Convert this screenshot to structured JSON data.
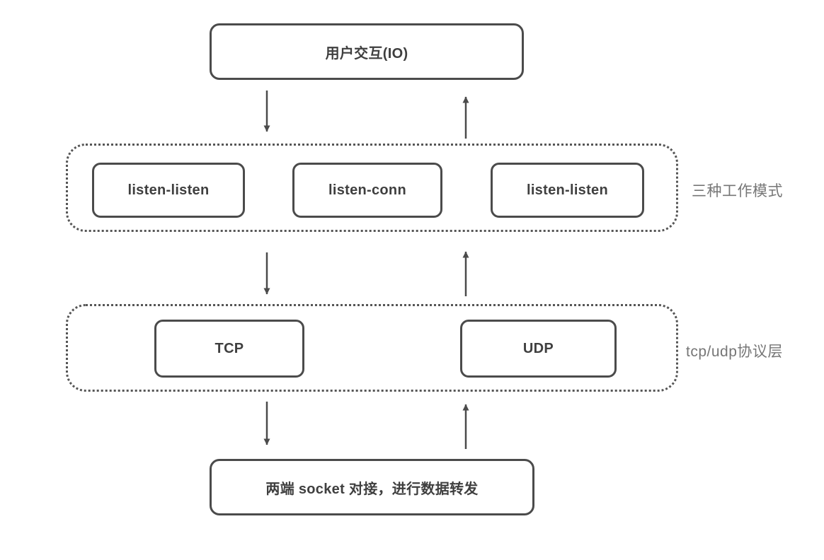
{
  "diagram": {
    "top_box": "用户交互(IO)",
    "modes": {
      "label": "三种工作模式",
      "items": [
        "listen-listen",
        "listen-conn",
        "listen-listen"
      ]
    },
    "protocols": {
      "label": "tcp/udp协议层",
      "items": [
        "TCP",
        "UDP"
      ]
    },
    "bottom_box": "两端 socket 对接，进行数据转发",
    "colors": {
      "box_border": "#4b4b4b",
      "box_text": "#3f3f3f",
      "dotted_border": "#565656",
      "side_label": "#767676",
      "arrow": "#4b4b4b",
      "background": "#ffffff"
    }
  }
}
